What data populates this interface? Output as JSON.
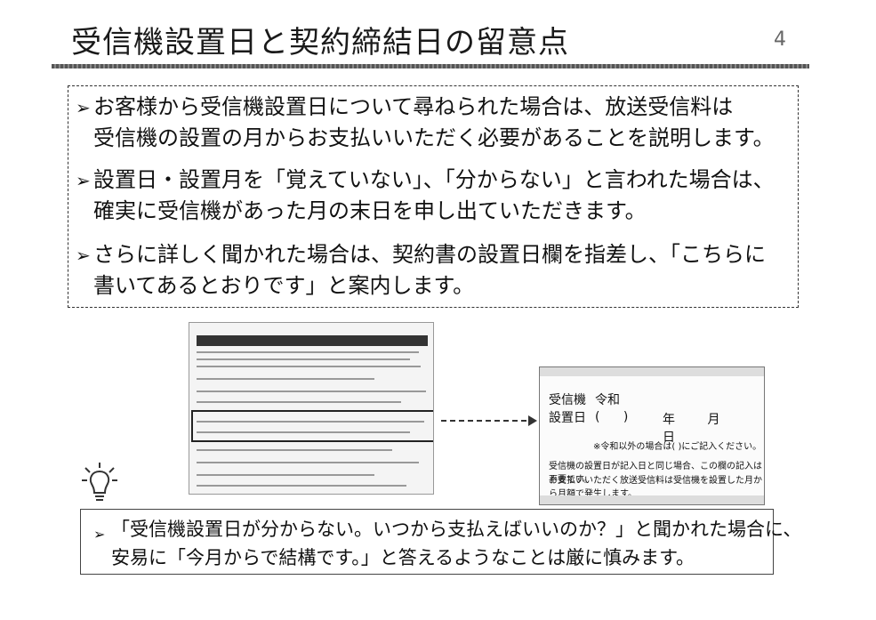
{
  "header": {
    "title": "受信機設置日と契約締結日の留意点",
    "page_number": "4"
  },
  "bullets": [
    {
      "mark": "➢",
      "line1": "お客様から受信機設置日について尋ねられた場合は、放送受信料は",
      "line2": "受信機の設置の月からお支払いいただく必要があることを説明します。"
    },
    {
      "mark": "➢",
      "line1": "設置日・設置月を「覚えていない」、「分からない」と言われた場合は、",
      "line2": "確実に受信機があった月の末日を申し出ていただきます。"
    },
    {
      "mark": "➢",
      "line1": "さらに詳しく聞かれた場合は、契約書の設置日欄を指差し、「こちらに",
      "line2": "書いてあるとおりです」と案内します。"
    }
  ],
  "zoom_panel": {
    "label_line1": "受信機",
    "label_line2": "設置日",
    "era": "令和",
    "paren": "( )",
    "ymd": "年 月 日",
    "note_era": "※令和以外の場合は( )にご記入ください。",
    "note_same_day": "受信機の設置日が記入日と同じ場合、この欄の記入は不要です。",
    "note_payment": "お支払いいただく放送受信料は受信機を設置した月から月額で発生します。"
  },
  "notice": {
    "mark": "➢",
    "line1": "「受信機設置日が分からない。いつから支払えばいいのか？」と聞かれた場合に、",
    "line2": "安易に「今月からで結構です。」と答えるようなことは厳に慎みます。"
  },
  "icons": {
    "tip": "lightbulb-icon",
    "arrow": "dashed-arrow-icon"
  }
}
